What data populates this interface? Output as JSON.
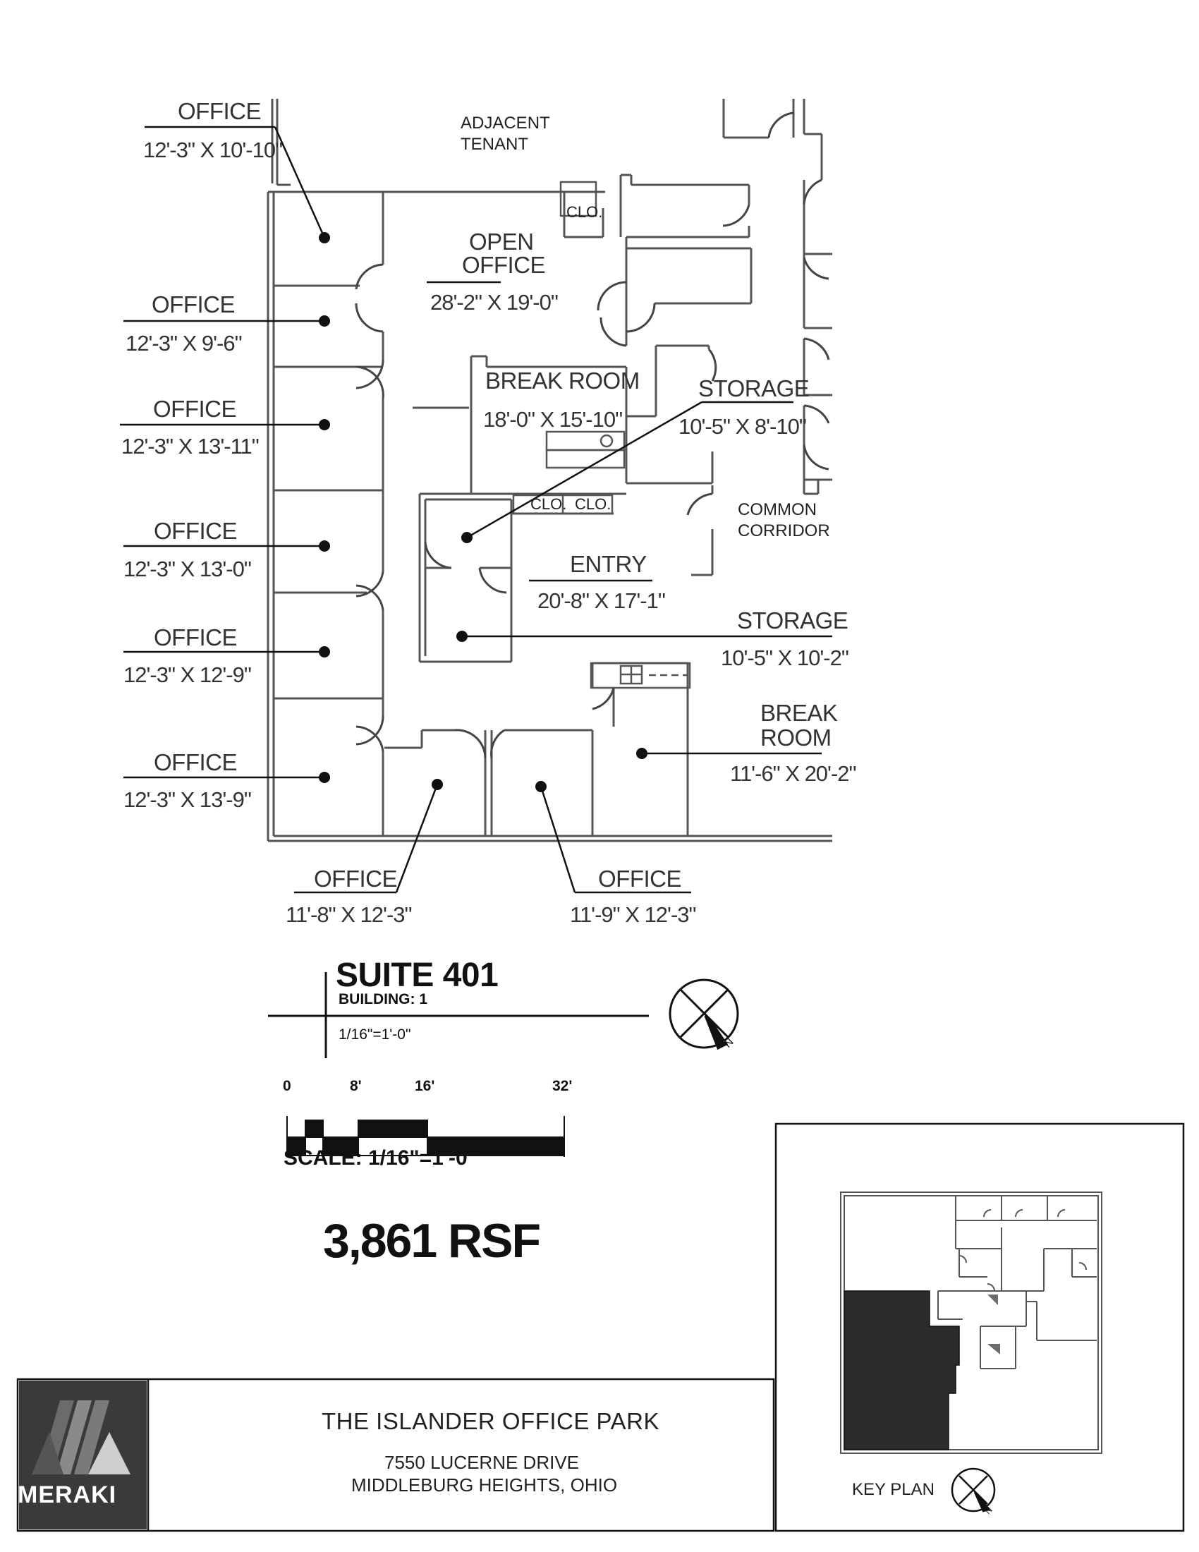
{
  "plan": {
    "rooms": [
      {
        "id": "office-1",
        "name": "OFFICE",
        "dims": "12'-3\" X 10'-10\""
      },
      {
        "id": "open-office",
        "name": "OPEN OFFICE",
        "name_line1": "OPEN",
        "name_line2": "OFFICE",
        "dims": "28'-2\" X 19'-0\""
      },
      {
        "id": "office-2",
        "name": "OFFICE",
        "dims": "12'-3\" X 9'-6\""
      },
      {
        "id": "office-3",
        "name": "OFFICE",
        "dims": "12'-3\" X 13'-11\""
      },
      {
        "id": "break-room-1",
        "name": "BREAK ROOM",
        "dims": "18'-0\" X 15'-10\""
      },
      {
        "id": "storage-1",
        "name": "STORAGE",
        "dims": "10'-5\" X 8'-10\""
      },
      {
        "id": "office-4",
        "name": "OFFICE",
        "dims": "12'-3\" X 13'-0\""
      },
      {
        "id": "entry",
        "name": "ENTRY",
        "dims": "20'-8\" X 17'-1\""
      },
      {
        "id": "office-5",
        "name": "OFFICE",
        "dims": "12'-3\" X 12'-9\""
      },
      {
        "id": "storage-2",
        "name": "STORAGE",
        "dims": "10'-5\" X 10'-2\""
      },
      {
        "id": "break-room-2",
        "name": "BREAK ROOM",
        "name_line1": "BREAK",
        "name_line2": "ROOM",
        "dims": "11'-6\" X 20'-2\""
      },
      {
        "id": "office-6",
        "name": "OFFICE",
        "dims": "12'-3\" X 13'-9\""
      },
      {
        "id": "office-7",
        "name": "OFFICE",
        "dims": "11'-8\" X 12'-3\""
      },
      {
        "id": "office-8",
        "name": "OFFICE",
        "dims": "11'-9\" X 12'-3\""
      }
    ],
    "adjacent_tenant": {
      "line1": "ADJACENT",
      "line2": "TENANT"
    },
    "common_corridor": {
      "line1": "COMMON",
      "line2": "CORRIDOR"
    },
    "closet_label": "CLO."
  },
  "suite": {
    "title": "SUITE 401",
    "building": "BUILDING: 1",
    "scale": "1/16\"=1'-0\"",
    "north_label": "N"
  },
  "scale_bar": {
    "ticks": [
      "0",
      "8'",
      "16'",
      "32'"
    ],
    "label": "SCALE: 1/16\"=1'-0\""
  },
  "area": "3,861 RSF",
  "title_block": {
    "logo_text": "MERAKI",
    "property_name": "THE ISLANDER OFFICE PARK",
    "address_line1": "7550 LUCERNE DRIVE",
    "address_line2": "MIDDLEBURG HEIGHTS, OHIO"
  },
  "key_plan": {
    "label": "KEY PLAN",
    "north_label": "N"
  }
}
